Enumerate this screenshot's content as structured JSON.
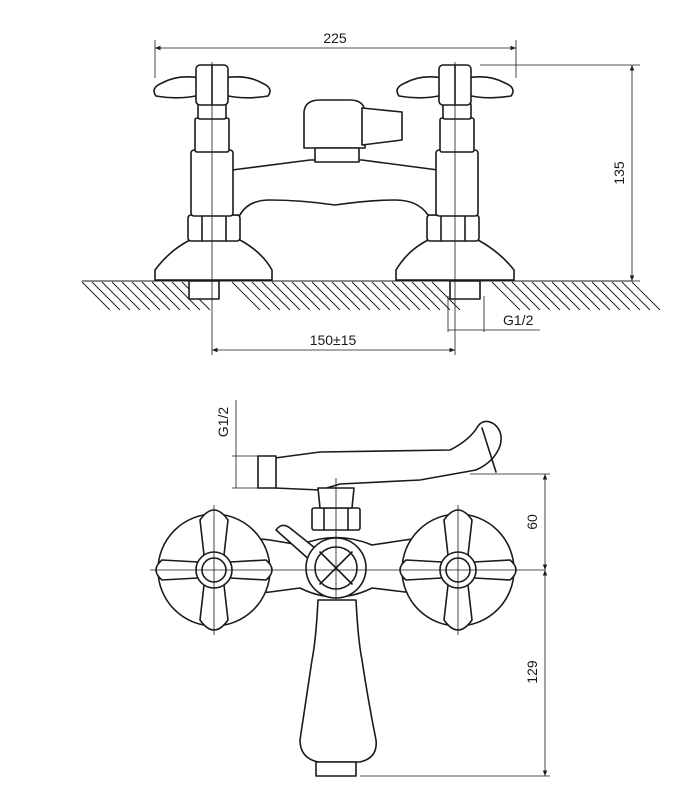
{
  "dimensions": {
    "overall_width": "225",
    "height": "135",
    "center_distance": "150±15",
    "thread_side": "G1/2",
    "thread_top": "G1/2",
    "spout_offset": "60",
    "lower_length": "129"
  },
  "colors": {
    "line": "#1a1a1a",
    "background": "#ffffff"
  }
}
